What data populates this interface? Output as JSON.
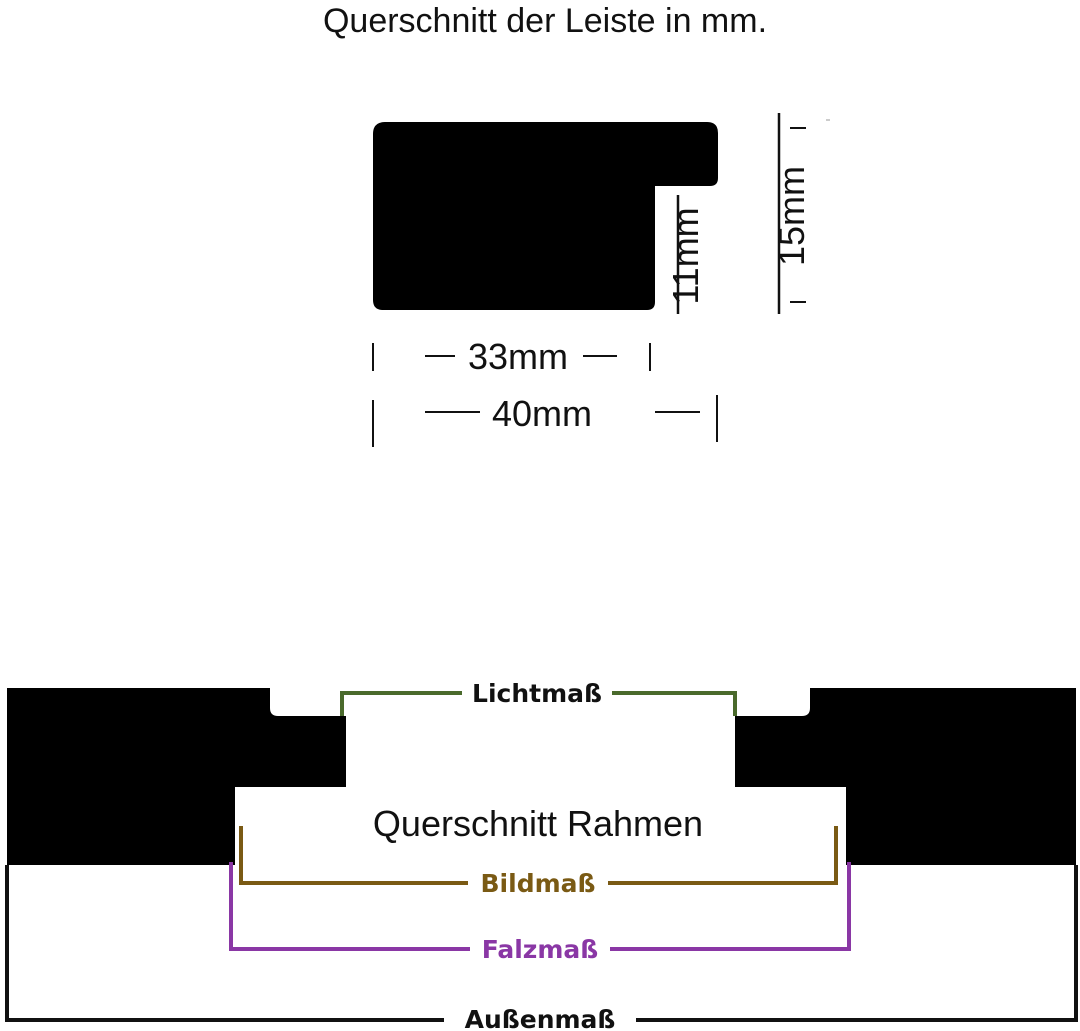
{
  "title": "Querschnitt der Leiste in mm.",
  "profile": {
    "dim_width_inner": "33mm",
    "dim_width_outer": "40mm",
    "dim_height_rebate": "11mm",
    "dim_height_total": "15mm"
  },
  "frame": {
    "caption": "Querschnitt Rahmen",
    "labels": {
      "lichtmass": "Lichtmaß",
      "bildmass": "Bildmaß",
      "falzmass": "Falzmaß",
      "aussenmass": "Außenmaß"
    }
  },
  "colors": {
    "profile": "#000000",
    "lichtmass": "#4a6a2c",
    "bildmass": "#7a5a14",
    "falzmass": "#8a37a5",
    "aussenmass": "#111111"
  }
}
